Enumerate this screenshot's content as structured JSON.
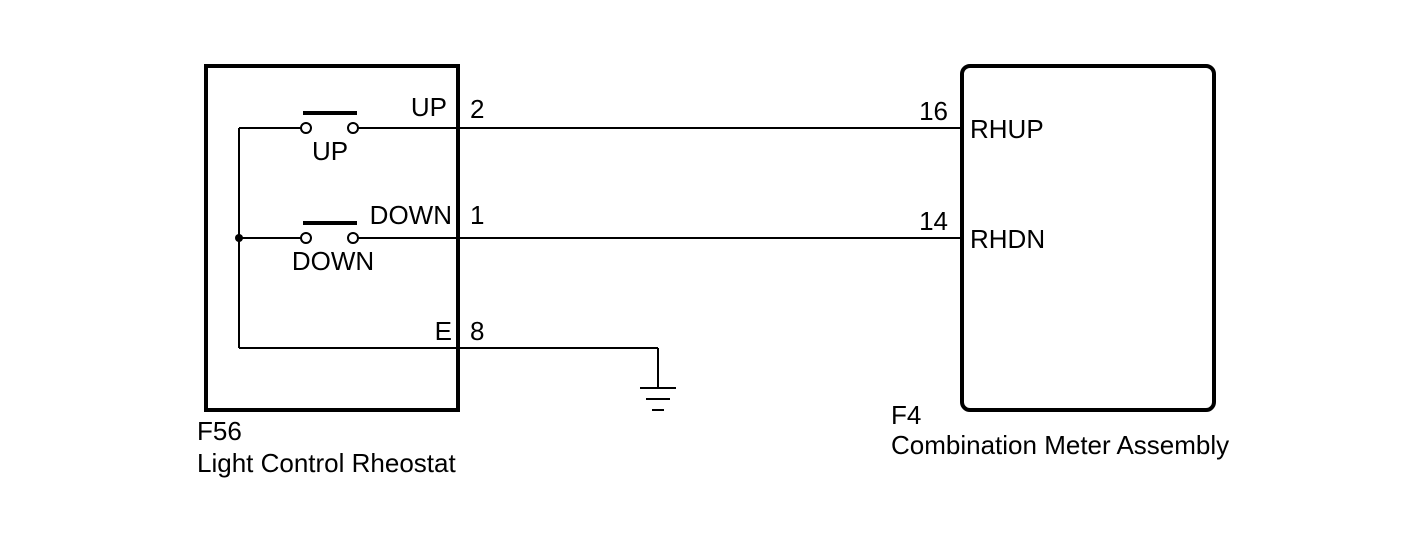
{
  "left_component": {
    "connector_id": "F56",
    "name": "Light Control Rheostat",
    "switches": [
      {
        "label": "UP"
      },
      {
        "label": "DOWN"
      }
    ],
    "pins": [
      {
        "name": "UP",
        "number": "2"
      },
      {
        "name": "DOWN",
        "number": "1"
      },
      {
        "name": "E",
        "number": "8"
      }
    ]
  },
  "right_component": {
    "connector_id": "F4",
    "name": "Combination Meter Assembly",
    "pins": [
      {
        "number": "16",
        "name": "RHUP"
      },
      {
        "number": "14",
        "name": "RHDN"
      }
    ]
  },
  "ground_symbol": "ground-icon"
}
